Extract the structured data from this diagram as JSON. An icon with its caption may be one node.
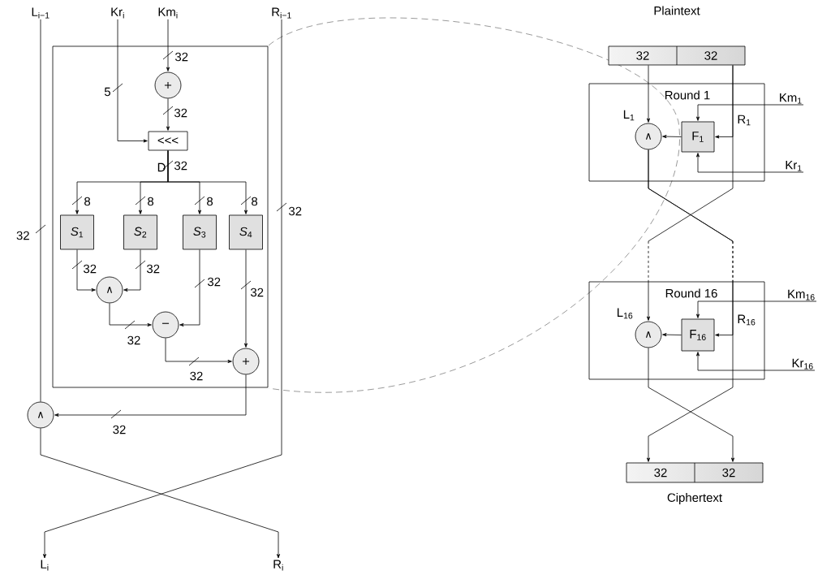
{
  "diagram": {
    "nodes": [
      {
        "text": [
          "L$_{i−1}$"
        ]
      },
      {
        "text": [
          "Kr$_{i}$"
        ]
      },
      {
        "text": [
          "Km$_{i}$"
        ]
      },
      {
        "text": [
          "R$_{i−1}$"
        ]
      },
      {
        "text": [],
        "shape": "box"
      },
      {
        "text": [
          "+"
        ],
        "in": 4
      },
      {
        "text": [
          "<<<"
        ],
        "in": 4
      },
      {
        "text": [
          "*S*$_{1}$"
        ],
        "in": 4
      },
      {
        "text": [
          "*S*$_{2}$"
        ],
        "in": 4
      },
      {
        "text": [
          "*S*$_{3}$"
        ],
        "in": 4
      },
      {
        "text": [
          "*S*$_{4}$"
        ],
        "in": 4
      },
      {
        "text": [
          "∧"
        ],
        "in": 4
      },
      {
        "text": [
          "−"
        ],
        "in": 4
      },
      {
        "text": [
          "+"
        ],
        "in": 4
      },
      {
        "text": [
          "∧"
        ]
      },
      {
        "text": [
          "L$_{i}$"
        ]
      },
      {
        "text": [
          "R$_{i}$"
        ]
      },
      {
        "text": [
          "Plaintext",
          "32",
          "32"
        ]
      },
      {
        "text": [
          "Round 1"
        ]
      },
      {
        "text": [
          "∧"
        ],
        "in": 18
      },
      {
        "text": [
          "F$_{1}$"
        ],
        "in": 18
      },
      {
        "text": [
          "Km$_{1}$"
        ]
      },
      {
        "text": [
          "Kr$_{1}$"
        ]
      },
      {
        "text": [
          "Round 16"
        ]
      },
      {
        "text": [
          "∧"
        ],
        "in": 23
      },
      {
        "text": [
          "F$_{16}$"
        ],
        "in": 23
      },
      {
        "text": [
          "Km$_{16}$"
        ]
      },
      {
        "text": [
          "Kr$_{16}$"
        ]
      },
      {
        "text": [
          "32",
          "32",
          "Ciphertext"
        ]
      }
    ],
    "edges": [
      {
        "from": 0,
        "to": 14,
        "arrow": "none",
        "label": "32"
      },
      {
        "from": 2,
        "to": 5,
        "arrow": "to",
        "label": "32"
      },
      {
        "from": 5,
        "to": 6,
        "arrow": "to",
        "label": "32"
      },
      {
        "from": 1,
        "to": 6,
        "arrow": "to",
        "label": "5"
      },
      {
        "from": 6,
        "to": 7,
        "arrow": "to",
        "label": "8"
      },
      {
        "from": 6,
        "to": 8,
        "arrow": "to",
        "label": "8"
      },
      {
        "from": 6,
        "to": 9,
        "arrow": "to",
        "label": "8"
      },
      {
        "from": 6,
        "to": 10,
        "arrow": "to",
        "label": "8"
      },
      {
        "from": 7,
        "to": 11,
        "arrow": "to",
        "label": "32"
      },
      {
        "from": 8,
        "to": 11,
        "arrow": "to",
        "label": "32"
      },
      {
        "from": 11,
        "to": 12,
        "arrow": "to",
        "label": "32"
      },
      {
        "from": 9,
        "to": 12,
        "arrow": "to",
        "label": "32"
      },
      {
        "from": 12,
        "to": 13,
        "arrow": "to",
        "label": "32"
      },
      {
        "from": 10,
        "to": 13,
        "arrow": "to",
        "label": "32"
      },
      {
        "from": 13,
        "to": 14,
        "arrow": "to",
        "label": "32"
      },
      {
        "from": 14,
        "to": 16,
        "arrow": "to"
      },
      {
        "from": 3,
        "to": 15,
        "arrow": "to",
        "label": "32"
      },
      {
        "from": 17,
        "to": 19,
        "arrow": "to"
      },
      {
        "from": 17,
        "to": 20,
        "arrow": "to"
      },
      {
        "from": 17,
        "to": 24,
        "arrow": "to"
      },
      {
        "from": 21,
        "to": 20,
        "arrow": "to"
      },
      {
        "from": 22,
        "to": 20,
        "arrow": "to"
      },
      {
        "from": 20,
        "to": 19,
        "arrow": "to"
      },
      {
        "from": 19,
        "to": 25,
        "arrow": "to"
      },
      {
        "from": 19,
        "to": 28,
        "arrow": "to"
      },
      {
        "from": 26,
        "to": 25,
        "arrow": "to"
      },
      {
        "from": 27,
        "to": 25,
        "arrow": "to"
      },
      {
        "from": 25,
        "to": 24,
        "arrow": "to"
      },
      {
        "from": 24,
        "to": 28,
        "arrow": "to"
      }
    ],
    "labels": [
      "D",
      "32",
      "L$_{1}$",
      "R$_{1}$",
      "L$_{16}$",
      "R$_{16}$"
    ]
  }
}
